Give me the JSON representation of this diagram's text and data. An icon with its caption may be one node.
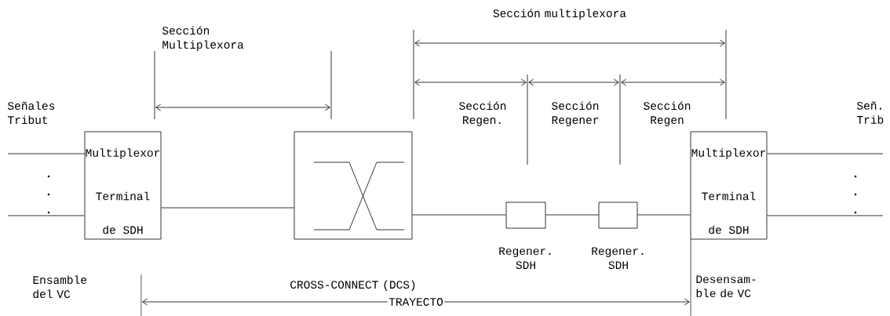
{
  "diagram": {
    "nodes": [
      {
        "text": [
          "Multiplexor",
          "Terminal",
          "de SDH"
        ]
      },
      {
        "text": [],
        "shape": "box",
        "beside": [
          "CROSS-CONNECT (DCS)"
        ]
      },
      {
        "text": [],
        "shape": "box",
        "beside": [
          "Regener. SDH"
        ]
      },
      {
        "text": [],
        "shape": "box",
        "beside": [
          "Regener. SDH"
        ]
      },
      {
        "text": [
          "Multiplexor",
          "Terminal",
          "de SDH"
        ]
      }
    ],
    "edges": [
      {
        "from": null,
        "to": 0,
        "arrow": "none"
      },
      {
        "from": null,
        "to": 0,
        "arrow": "none"
      },
      {
        "from": 0,
        "to": 1,
        "arrow": "none"
      },
      {
        "from": 1,
        "to": 2,
        "arrow": "none"
      },
      {
        "from": 2,
        "to": 3,
        "arrow": "none"
      },
      {
        "from": 3,
        "to": 4,
        "arrow": "none"
      },
      {
        "from": 4,
        "to": null,
        "arrow": "none"
      },
      {
        "from": 4,
        "to": null,
        "arrow": "none"
      }
    ],
    "labels": [
      "Sección multiplexora",
      "Sección Multiplexora",
      "Señales Tribut",
      "Sección Regen.",
      "Sección Regener",
      "Sección Regen",
      "Señ. Trib",
      "Ensamble del VC",
      "TRAYECTO",
      "Desensam- ble de VC"
    ]
  }
}
